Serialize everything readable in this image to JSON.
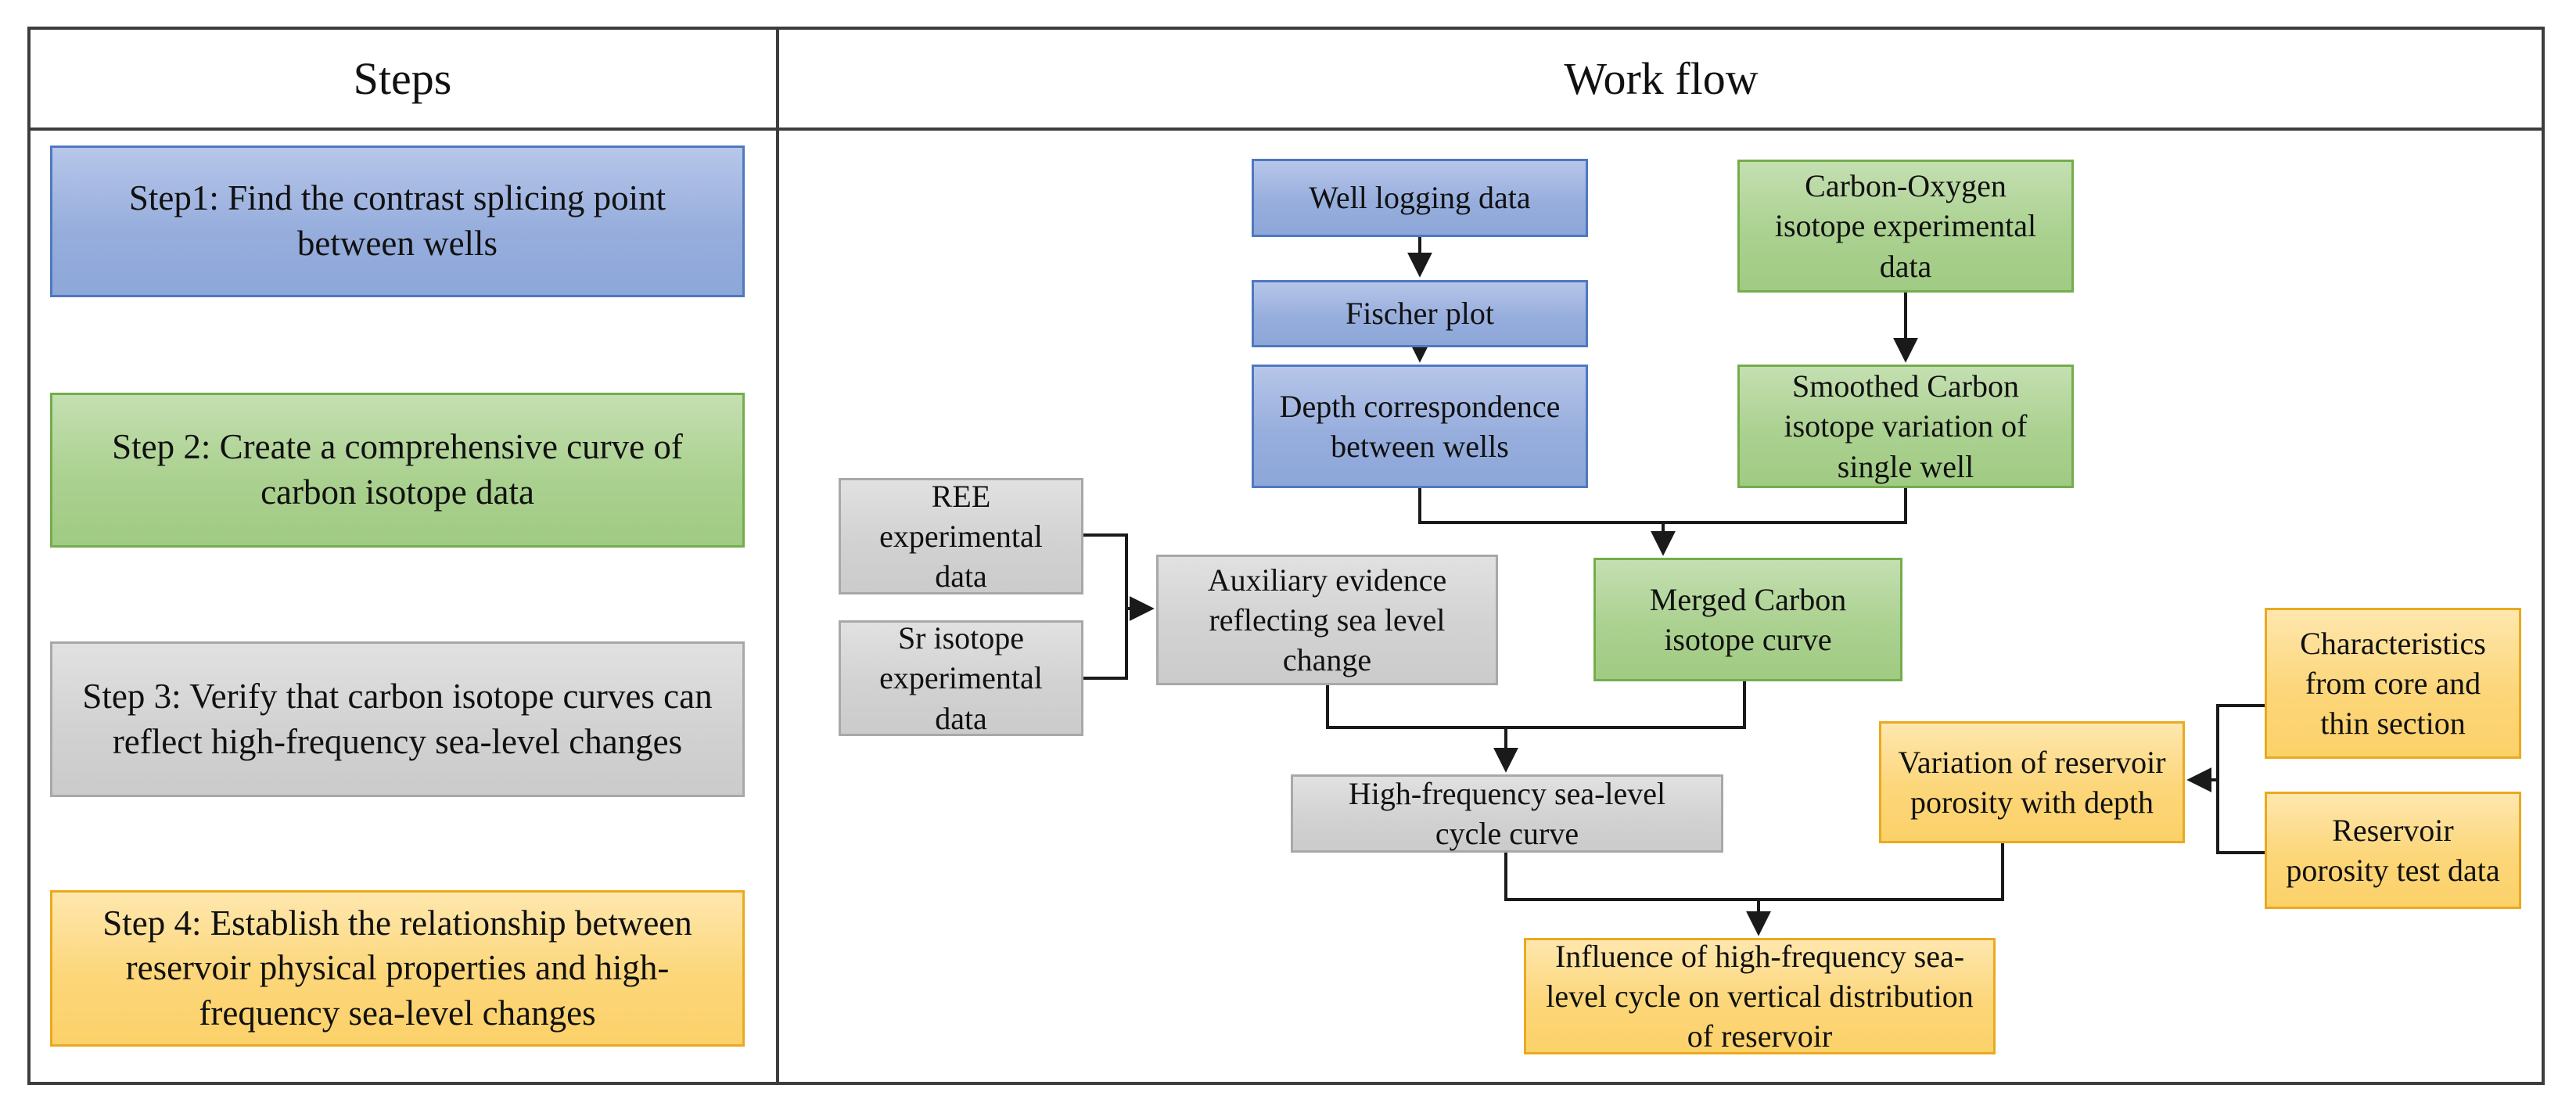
{
  "header": {
    "steps": "Steps",
    "workflow": "Work flow"
  },
  "steps": [
    {
      "id": "step1",
      "label": "Step1: Find the contrast splicing point between wells",
      "color": "#8da7d9"
    },
    {
      "id": "step2",
      "label": "Step 2: Create a comprehensive curve of carbon isotope data",
      "color": "#a3cd87"
    },
    {
      "id": "step3",
      "label": "Step 3: Verify that carbon isotope curves can reflect high-frequency sea-level changes",
      "color": "#d2d2d2"
    },
    {
      "id": "step4",
      "label": "Step 4: Establish the relationship between reservoir physical properties and high-frequency sea-level changes",
      "color": "#fbd169"
    }
  ],
  "workflow": {
    "well_logging": {
      "label": "Well logging data",
      "color": "#8da7d9"
    },
    "fischer_plot": {
      "label": "Fischer plot",
      "color": "#8da7d9"
    },
    "depth_correspondence": {
      "label": "Depth correspondence between wells",
      "color": "#8da7d9"
    },
    "carbon_oxygen": {
      "label": "Carbon-Oxygen isotope experimental data",
      "color": "#a3cd87"
    },
    "smoothed_carbon": {
      "label": "Smoothed Carbon isotope variation of single well",
      "color": "#a3cd87"
    },
    "ree": {
      "label": "REE experimental data",
      "color": "#d2d2d2"
    },
    "sr_isotope": {
      "label": "Sr isotope experimental data",
      "color": "#d2d2d2"
    },
    "auxiliary_evidence": {
      "label": "Auxiliary evidence reflecting sea level change",
      "color": "#d2d2d2"
    },
    "merged_carbon": {
      "label": "Merged Carbon isotope curve",
      "color": "#a3cd87"
    },
    "high_frequency": {
      "label": "High-frequency sea-level cycle curve",
      "color": "#d2d2d2"
    },
    "variation_porosity": {
      "label": "Variation of reservoir porosity with depth",
      "color": "#fbd169"
    },
    "characteristics": {
      "label": "Characteristics from core and thin section",
      "color": "#fbd169"
    },
    "reservoir_porosity_test": {
      "label": "Reservoir porosity test data",
      "color": "#fbd169"
    },
    "influence": {
      "label": "Influence of high-frequency sea-level cycle on vertical distribution of reservoir",
      "color": "#fbd169"
    }
  },
  "palette": {
    "blue_fill": "#8da7d9",
    "blue_border": "#4f79c0",
    "green_fill": "#a3cd87",
    "green_border": "#74ad4c",
    "gray_fill": "#d2d2d2",
    "gray_border": "#a8a8a8",
    "orange_fill": "#fbd169",
    "orange_border": "#eaa91f",
    "table_line": "#3d3d3d",
    "connector": "#1a1a1a"
  }
}
